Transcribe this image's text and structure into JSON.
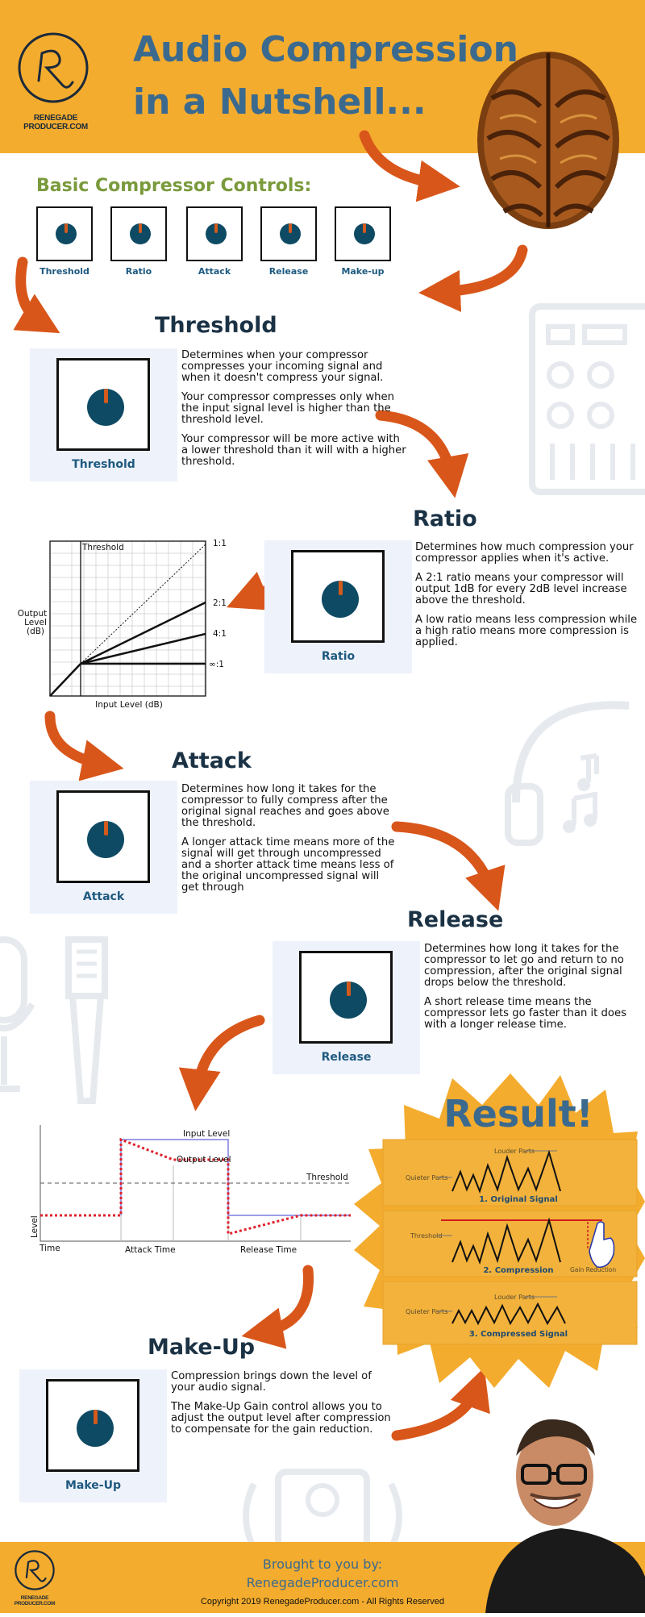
{
  "header": {
    "title_line1": "Audio Compression",
    "title_line2": "in a Nutshell...",
    "brand": "RENEGADE PRODUCER.COM"
  },
  "controls_heading": "Basic Compressor Controls:",
  "controls": [
    {
      "label": "Threshold"
    },
    {
      "label": "Ratio"
    },
    {
      "label": "Attack"
    },
    {
      "label": "Release"
    },
    {
      "label": "Make-up"
    }
  ],
  "threshold": {
    "title": "Threshold",
    "knob_label": "Threshold",
    "p1": "Determines when your compressor compresses your incoming signal and when it doesn't compress your signal.",
    "p2": "Your compressor compresses only when the input signal level is higher than the threshold level.",
    "p3": "Your compressor will be more active with a lower threshold than it will with a higher threshold."
  },
  "ratio": {
    "title": "Ratio",
    "knob_label": "Ratio",
    "p1": "Determines how much compression your compressor applies when it's active.",
    "p2": "A 2:1 ratio means your compressor will output 1dB for every 2dB level increase above the threshold.",
    "p3": "A low ratio means less compression while a high ratio means more compression is applied.",
    "graph": {
      "threshold_label": "Threshold",
      "ylabel_1": "Output",
      "ylabel_2": "Level",
      "ylabel_3": "(dB)",
      "xlabel": "Input Level (dB)",
      "ratio_labels": [
        "1:1",
        "2:1",
        "4:1",
        "∞:1"
      ]
    }
  },
  "attack": {
    "title": "Attack",
    "knob_label": "Attack",
    "p1": "Determines how long it takes for the compressor to fully compress after the original signal reaches and goes above the threshold.",
    "p2": "A longer attack time means more of the signal will get through uncompressed and a shorter attack time means less of the original uncompressed signal will get through"
  },
  "release": {
    "title": "Release",
    "knob_label": "Release",
    "p1": "Determines how long it takes for the compressor to let go and return to no compression, after the original signal drops below the threshold.",
    "p2": "A short release time means the compressor lets go faster than it does with a longer release time."
  },
  "envelope_graph": {
    "input_level": "Input Level",
    "output_level": "Output Level",
    "threshold": "Threshold",
    "level": "Level",
    "time": "Time",
    "attack_time": "Attack Time",
    "release_time": "Release Time"
  },
  "result": {
    "title": "Result!",
    "louder_parts": "Louder Parts",
    "quieter_parts": "Quieter Parts",
    "original_signal": "1. Original Signal",
    "threshold": "Threshold",
    "compression": "2. Compression",
    "gain_reduction": "Gain Reduction",
    "compressed_signal": "3. Compressed Signal"
  },
  "makeup": {
    "title": "Make-Up",
    "knob_label": "Make-Up",
    "p1": "Compression brings down the level of your audio signal.",
    "p2": "The Make-Up Gain control allows you to adjust the output level after compression to compensate for the gain reduction."
  },
  "footer": {
    "line1": "Brought to you by:",
    "line2": "RenegadeProducer.com",
    "copyright": "Copyright 2019 RenegadeProducer.com - All Rights Reserved",
    "brand": "RENEGADE PRODUCER.COM"
  },
  "colors": {
    "header_bg": "#F4AC2E",
    "title": "#3B6A8E",
    "arrow": "#D9561A",
    "knob": "#0E4A63",
    "panel": "#EEF2FB"
  }
}
